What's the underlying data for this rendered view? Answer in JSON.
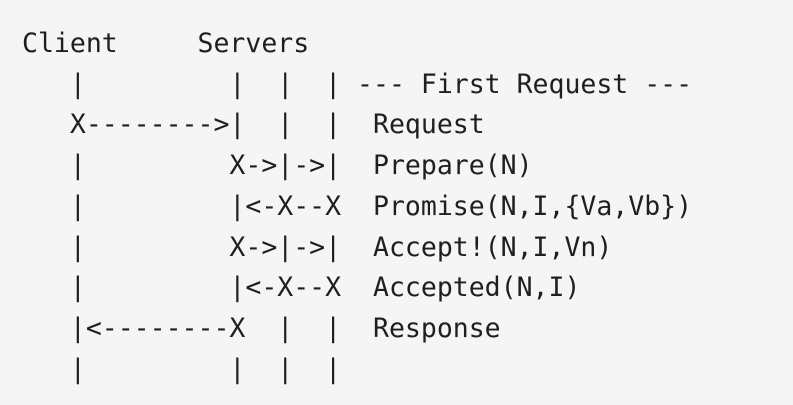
{
  "diagram": {
    "lines": [
      "Client     Servers",
      "   |         |  |  | --- First Request ---",
      "   X-------->|  |  |  Request",
      "   |         X->|->|  Prepare(N)",
      "   |         |<-X--X  Promise(N,I,{Va,Vb})",
      "   |         X->|->|  Accept!(N,I,Vn)",
      "   |         |<-X--X  Accepted(N,I)",
      "   |<--------X  |  |  Response",
      "   |         |  |  |"
    ]
  }
}
